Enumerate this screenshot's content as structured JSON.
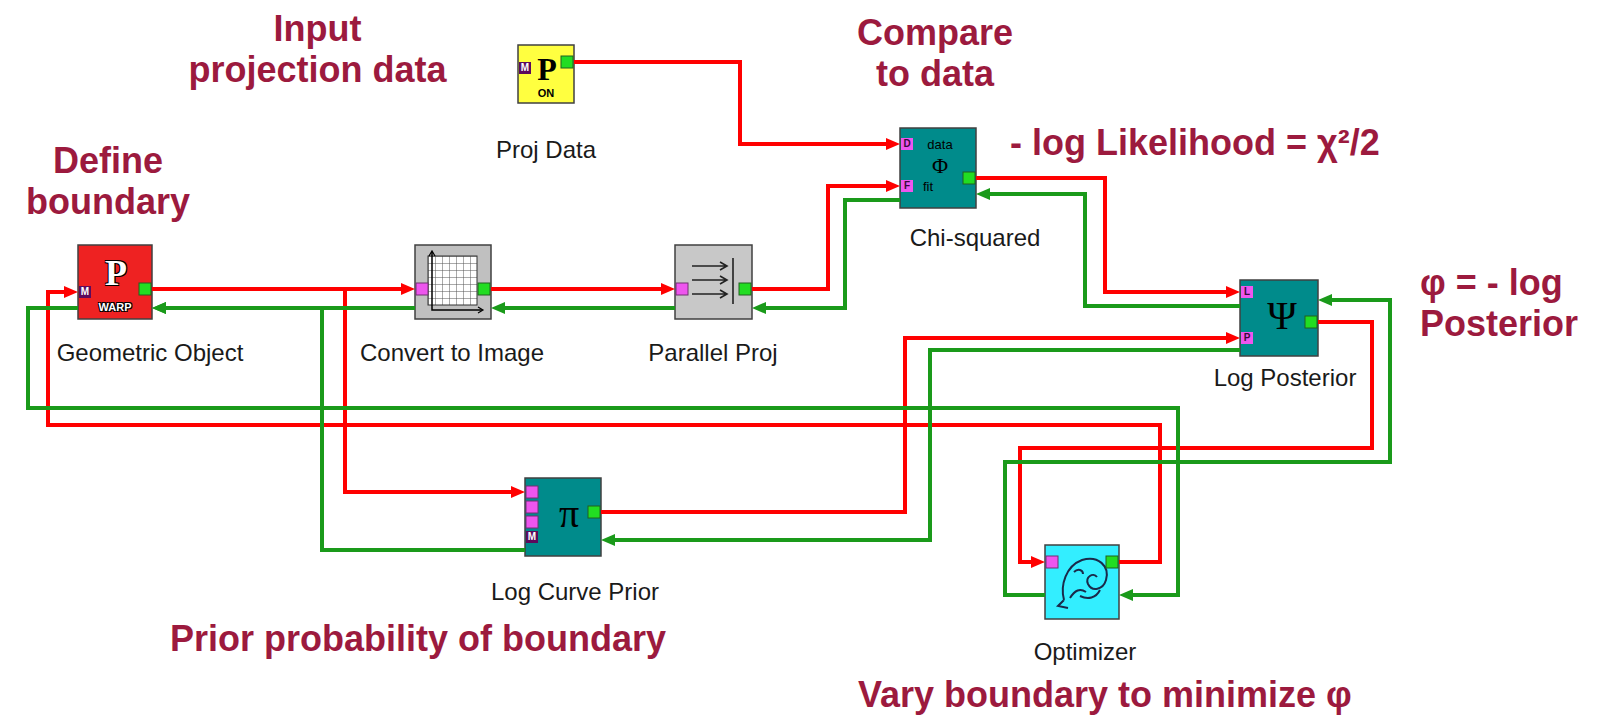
{
  "diagram": {
    "nodes": [
      {
        "text": [
          "M",
          "P",
          "ON",
          "Proj Data"
        ]
      },
      {
        "text": [
          "D",
          "data",
          "Φ",
          "F",
          "fit",
          "Chi-squared"
        ]
      },
      {
        "text": [
          "M",
          "P",
          "WARP",
          "Geometric Object"
        ]
      },
      {
        "text": [
          "Convert to Image"
        ]
      },
      {
        "text": [
          "Parallel Proj"
        ]
      },
      {
        "text": [
          "L",
          "Ψ",
          "P",
          "Log Posterior"
        ]
      },
      {
        "text": [
          "π",
          "M",
          "Log Curve Prior"
        ]
      },
      {
        "text": [
          "Optimizer"
        ]
      }
    ],
    "edges": [
      {
        "from": 0,
        "to": 1,
        "arrow": "to"
      },
      {
        "from": 2,
        "to": 3,
        "arrow": "to"
      },
      {
        "from": 3,
        "to": 4,
        "arrow": "to"
      },
      {
        "from": 4,
        "to": 1,
        "arrow": "to"
      },
      {
        "from": 1,
        "to": 5,
        "arrow": "to"
      },
      {
        "from": 2,
        "to": 6,
        "arrow": "to"
      },
      {
        "from": 6,
        "to": 5,
        "arrow": "to"
      },
      {
        "from": 5,
        "to": 7,
        "arrow": "to"
      },
      {
        "from": 7,
        "to": 2,
        "arrow": "to"
      },
      {
        "from": 3,
        "to": 2,
        "arrow": "to"
      },
      {
        "from": 4,
        "to": 3,
        "arrow": "to"
      },
      {
        "from": 1,
        "to": 4,
        "arrow": "to"
      },
      {
        "from": 5,
        "to": 1,
        "arrow": "to"
      },
      {
        "from": 6,
        "to": 2,
        "arrow": "to"
      },
      {
        "from": 5,
        "to": 6,
        "arrow": "to"
      },
      {
        "from": 7,
        "to": 5,
        "arrow": "to"
      },
      {
        "from": 2,
        "to": 7,
        "arrow": "to"
      }
    ],
    "labels": [
      "Input projection data",
      "Compare to data",
      "- log Likelihood = χ²/2",
      "Define boundary",
      "φ = - log Posterior",
      "Prior probability of boundary",
      "Vary boundary to minimize φ"
    ]
  }
}
